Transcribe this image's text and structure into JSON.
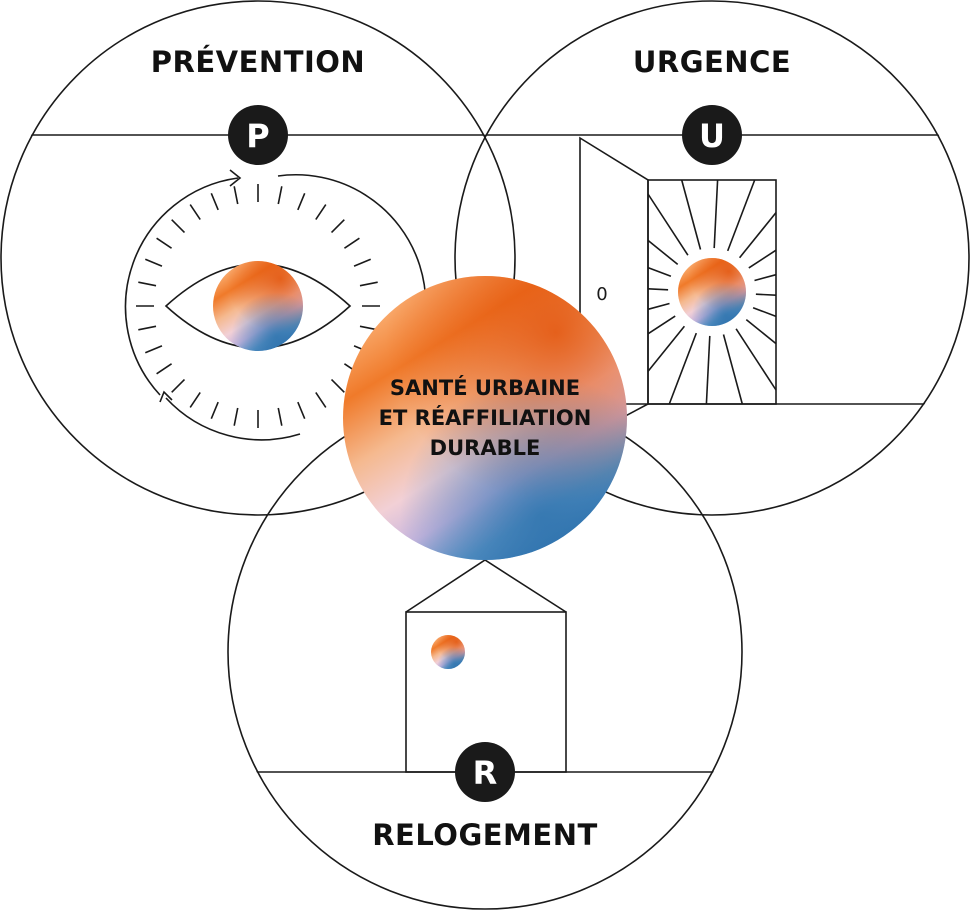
{
  "sections": {
    "prevention": {
      "title": "PRÉVENTION",
      "badge": "P"
    },
    "urgence": {
      "title": "URGENCE",
      "badge": "U"
    },
    "relogement": {
      "title": "RELOGEMENT",
      "badge": "R"
    }
  },
  "center": {
    "line1": "SANTÉ URBAINE",
    "line2": "ET RÉAFFILIATION",
    "line3": "DURABLE"
  },
  "door_handle": "0",
  "colors": {
    "stroke": "#1a1a1a",
    "badge": "#1a1a1a",
    "orange": "#e8600c",
    "peach": "#f7c9a0",
    "lavender": "#c8b8e0",
    "blue": "#3a80b8"
  }
}
